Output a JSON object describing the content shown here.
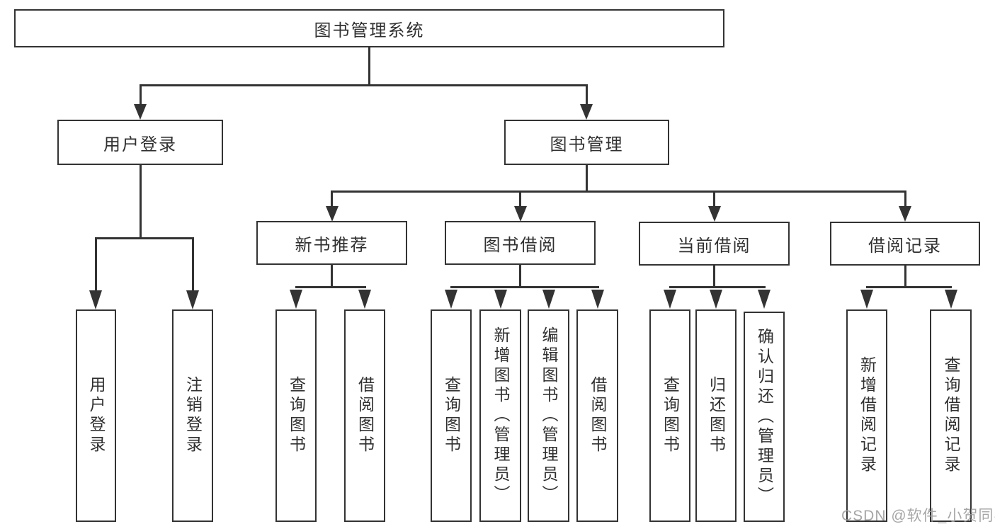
{
  "nodes": {
    "root": "图书管理系统",
    "level2": {
      "login": "用户登录",
      "manage": "图书管理"
    },
    "level3": {
      "recommend": "新书推荐",
      "borrow": "图书借阅",
      "current": "当前借阅",
      "records": "借阅记录"
    },
    "leaves": {
      "login": [
        "用户登录",
        "注销登录"
      ],
      "recommend": [
        "查询图书",
        "借阅图书"
      ],
      "borrow": [
        "查询图书",
        "新增图书（管理员）",
        "编辑图书（管理员）",
        "借阅图书"
      ],
      "current": [
        "查询图书",
        "归还图书",
        "确认归还（管理员）"
      ],
      "records": [
        "新增借阅记录",
        "查询借阅记录"
      ]
    }
  },
  "watermark": "CSDN @软件_小贺同学",
  "colors": {
    "line": "#333333",
    "box_border": "#333333",
    "box_fill": "#ffffff",
    "text": "#303030",
    "watermark": "#9f9f9f",
    "background": "#ffffff"
  }
}
